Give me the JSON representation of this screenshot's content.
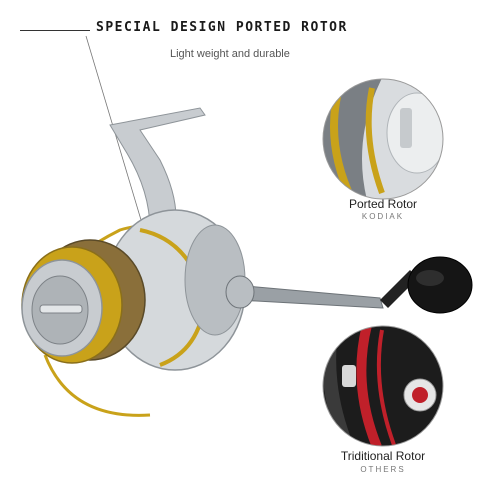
{
  "header": {
    "title": "SPECIAL DESIGN PORTED ROTOR",
    "subtitle": "Light weight and durable"
  },
  "callouts": [
    {
      "title": "Ported Rotor",
      "sub": "KODIAK"
    },
    {
      "title": "Triditional Rotor",
      "sub": "OTHERS"
    }
  ],
  "colors": {
    "gold": "#c9a21a",
    "silver": "#c8ccd0",
    "dark_silver": "#8e9499",
    "red": "#c0202a",
    "black": "#111111"
  }
}
